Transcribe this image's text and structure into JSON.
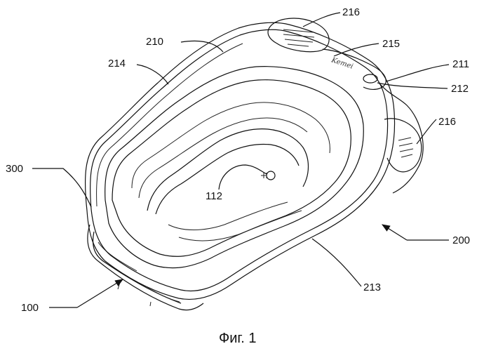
{
  "figure": {
    "caption": "Фиг. 1",
    "labels": {
      "r216_top": "216",
      "r210": "210",
      "r215": "215",
      "r214": "214",
      "r211": "211",
      "r212": "212",
      "r216_right": "216",
      "r300": "300",
      "r112": "112",
      "r200": "200",
      "r213": "213",
      "r100": "100"
    },
    "brand_mark": "Kemei"
  }
}
